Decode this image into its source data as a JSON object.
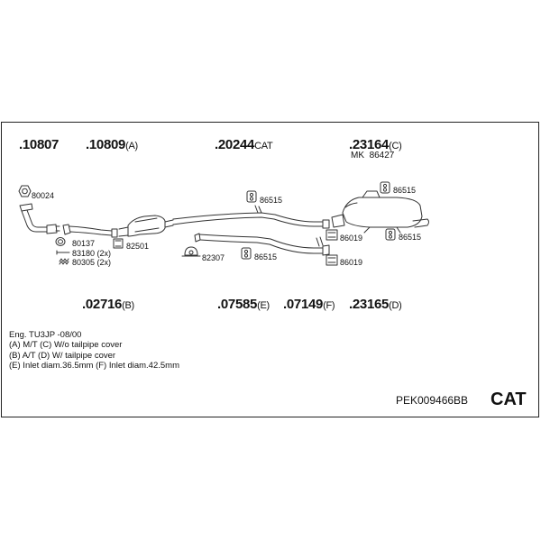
{
  "top_parts": [
    {
      "num": ".10807",
      "suffix": ""
    },
    {
      "num": ".10809",
      "suffix": "(A)"
    },
    {
      "num": ".20244",
      "suffix": "CAT"
    },
    {
      "num": ".23164",
      "suffix": "(C)"
    }
  ],
  "bottom_parts": [
    {
      "num": ".02716",
      "suffix": "(B)"
    },
    {
      "num": ".07585",
      "suffix": "(E)"
    },
    {
      "num": ".07149",
      "suffix": "(F)"
    },
    {
      "num": ".23165",
      "suffix": "(D)"
    }
  ],
  "mk": {
    "prefix": "MK",
    "num": "86427"
  },
  "callouts": {
    "c80024": "80024",
    "c80137": "80137",
    "c83180": "83180 (2x)",
    "c80305": "80305 (2x)",
    "c82501": "82501",
    "c82307": "82307",
    "c86515a": "86515",
    "c86515b": "86515",
    "c86515c": "86515",
    "c86515d": "86515",
    "c86019a": "86019",
    "c86019b": "86019"
  },
  "notes": [
    "Eng. TU3JP  -08/00",
    "(A) M/T (C) W/o tailpipe cover",
    "(B) A/T (D) W/ tailpipe cover",
    "(E) Inlet diam.36.5mm (F) Inlet diam.42.5mm"
  ],
  "kit_code": "PEK009466BB",
  "category": "CAT"
}
